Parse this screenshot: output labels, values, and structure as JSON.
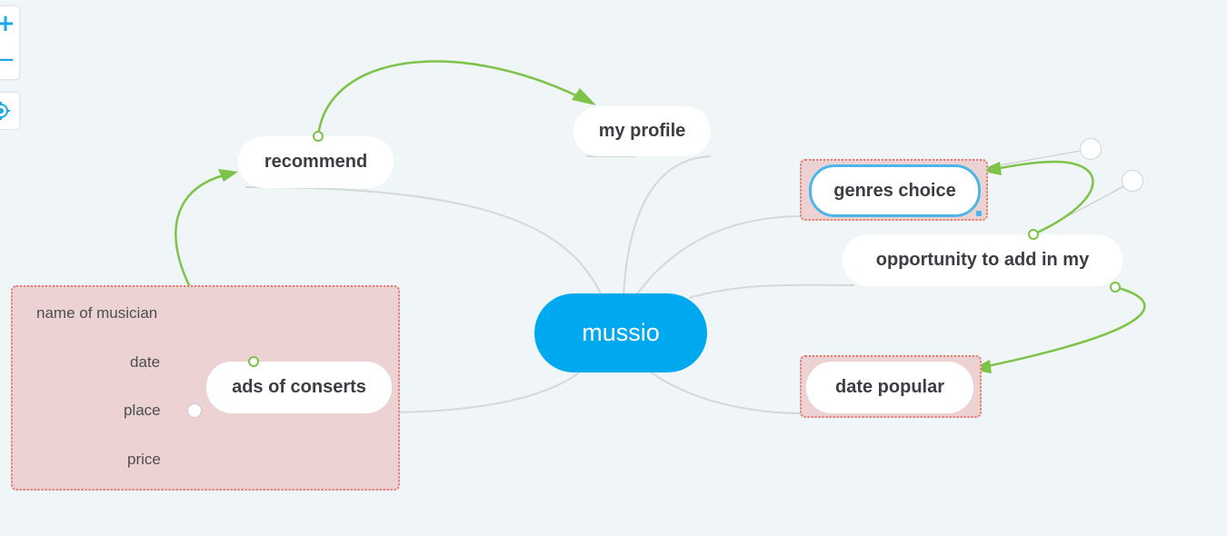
{
  "zoom": {
    "in_symbol": "+",
    "out_symbol": "−"
  },
  "central": {
    "label": "mussio",
    "color": "#00a8ef"
  },
  "topics": {
    "recommend": "recommend",
    "my_profile": "my profile",
    "genres_choice": "genres choice",
    "opportunity": "opportunity to add in my",
    "date_popular": "date popular",
    "ads": "ads of conserts"
  },
  "ads_subtopics": [
    "name of musician",
    "date",
    "place",
    "price"
  ],
  "colors": {
    "relationship": "#7dc347",
    "branch": "#d3d8dc",
    "group_fill": "#ecd2d3",
    "group_border": "#e07a6f",
    "selection": "#4ab6ea"
  },
  "icons": {
    "zoom_in": "plus-icon",
    "zoom_out": "minus-icon",
    "center": "locate-icon"
  }
}
